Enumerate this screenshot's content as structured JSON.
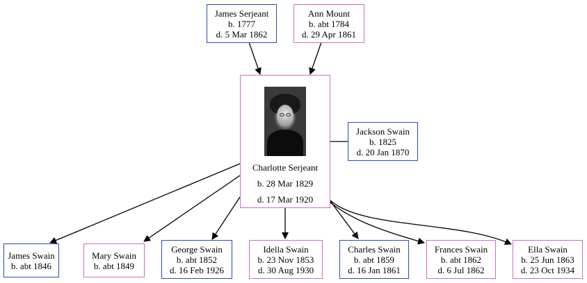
{
  "people": {
    "father": {
      "name": "James Serjeant",
      "born": "b. 1777",
      "died": "d. 5 Mar 1862",
      "sex": "male"
    },
    "mother": {
      "name": "Ann Mount",
      "born": "b. abt 1784",
      "died": "d. 29 Apr 1861",
      "sex": "female"
    },
    "focus": {
      "name": "Charlotte Serjeant",
      "born": "b. 28 Mar 1829",
      "died": "d. 17 Mar 1920",
      "sex": "female",
      "photo": "portrait-photo"
    },
    "spouse": {
      "name": "Jackson Swain",
      "born": "b. 1825",
      "died": "d. 20 Jan 1870",
      "sex": "male"
    },
    "children": [
      {
        "name": "James Swain",
        "born": "b. abt 1846",
        "died": "",
        "sex": "male"
      },
      {
        "name": "Mary Swain",
        "born": "b. abt 1849",
        "died": "",
        "sex": "female"
      },
      {
        "name": "George Swain",
        "born": "b. abt 1852",
        "died": "d. 16 Feb 1926",
        "sex": "male"
      },
      {
        "name": "Idella Swain",
        "born": "b. 23 Nov 1853",
        "died": "d. 30 Aug 1930",
        "sex": "female"
      },
      {
        "name": "Charles Swain",
        "born": "b. abt 1859",
        "died": "d. 16 Jan 1861",
        "sex": "male"
      },
      {
        "name": "Frances Swain",
        "born": "b. abt 1862",
        "died": "d. 6 Jul 1862",
        "sex": "female"
      },
      {
        "name": "Ella Swain",
        "born": "b. 25 Jun 1863",
        "died": "d. 23 Oct 1934",
        "sex": "female"
      }
    ]
  },
  "colors": {
    "male": "#2a4ab8",
    "female": "#d06ac4",
    "edge": "#000000"
  }
}
